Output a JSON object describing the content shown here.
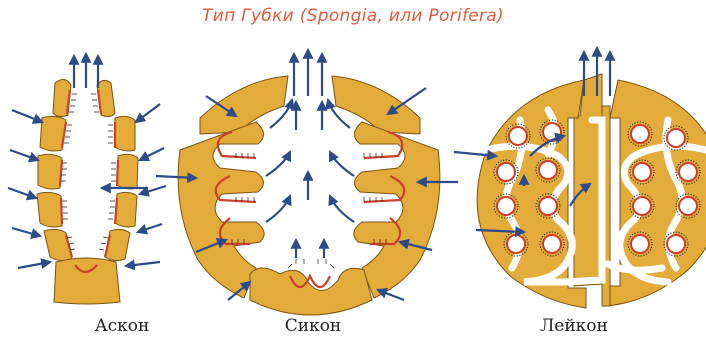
{
  "title": "Тип Губки (Spongia, или Porifera)",
  "labels": {
    "ascon": "Аскон",
    "sycon": "Сикон",
    "leucon": "Лейкон"
  },
  "colors": {
    "body": "#e3ac3a",
    "outline": "#7a5316",
    "choanocyte": "#c9402a",
    "arrow": "#2c4b88",
    "title": "#e8573a"
  }
}
